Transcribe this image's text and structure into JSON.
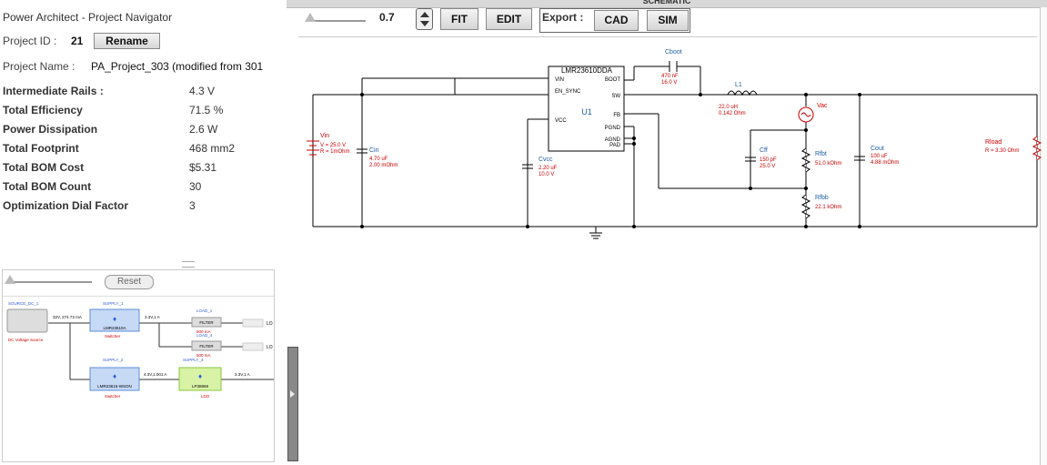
{
  "window": {
    "header_text": "SCHEMATIC"
  },
  "navigator": {
    "title": "Power Architect - Project Navigator",
    "project_id_label": "Project ID :",
    "project_id": "21",
    "rename_label": "Rename",
    "project_name_label": "Project Name :",
    "project_name": "PA_Project_303 (modified from 301",
    "metrics": [
      {
        "label": "Intermediate Rails :",
        "value": "4.3 V"
      },
      {
        "label": "Total Efficiency",
        "value": "71.5 %"
      },
      {
        "label": "Power Dissipation",
        "value": "2.6 W"
      },
      {
        "label": "Total Footprint",
        "value": "468 mm2"
      },
      {
        "label": "Total BOM Cost",
        "value": "$5.31"
      },
      {
        "label": "Total BOM Count",
        "value": "30"
      },
      {
        "label": "Optimization Dial Factor",
        "value": "3"
      }
    ]
  },
  "toolbar": {
    "zoom": "0.7",
    "fit_label": "FIT",
    "edit_label": "EDIT",
    "export_label": "Export :",
    "cad_label": "CAD",
    "sim_label": "SIM"
  },
  "schematic": {
    "ic_name": "LMR23610DDA",
    "ic_ref": "U1",
    "pins": {
      "vin": "VIN",
      "en": "EN_SYNC",
      "vcc": "VCC",
      "boot": "BOOT",
      "sw": "SW",
      "fb": "FB",
      "pgnd": "PGND",
      "agnd": "AGND",
      "pad": "PAD"
    },
    "cboot": {
      "name": "Cboot",
      "v1": "470 nF",
      "v2": "16.0 V"
    },
    "l1": {
      "name": "L1",
      "v1": "22.0 uH",
      "v2": "0.142 Ohm"
    },
    "vin": {
      "name": "Vin",
      "v1": "V = 25.0 V",
      "v2": "R = 1mOhm"
    },
    "cin": {
      "name": "Cin",
      "v1": "4.70 uF",
      "v2": "2.00 mOhm"
    },
    "cvcc": {
      "name": "Cvcc",
      "v1": "2.20 uF",
      "v2": "10.0 V"
    },
    "cff": {
      "name": "Cff",
      "v1": "150 pF",
      "v2": "25.0 V"
    },
    "rfbt": {
      "name": "Rfbt",
      "v1": "51.0 kOhm"
    },
    "rfbb": {
      "name": "Rfbb",
      "v1": "22.1 kOhm"
    },
    "cout": {
      "name": "Cout",
      "v1": "100 uF",
      "v2": "4.88 mOhm"
    },
    "vac": {
      "name": "Vac"
    },
    "rload": {
      "name": "Rload",
      "v1": "R = 3.30 Ohm"
    }
  },
  "block_diagram": {
    "reset_label": "Reset",
    "source": {
      "title": "SOURCE_DC_1",
      "sub": "DC Voltage Source",
      "out": "32V, 274.73 mA"
    },
    "supply1": {
      "title": "SUPPLY_1",
      "part": "LMR23610A",
      "type": "Switcher",
      "out": "3.3V,1 A"
    },
    "supply2": {
      "title": "SUPPLY_2",
      "part": "LMR23615-WSON",
      "type": "Switcher",
      "out": "4.3V,1.001 A"
    },
    "supply3": {
      "title": "SUPPLY_3",
      "part": "LP38869",
      "type": "LDO",
      "out": "3.3V,1 A"
    },
    "load1": {
      "title": "LOAD_1",
      "filter": "FILTER",
      "current": "500 mA"
    },
    "load4": {
      "title": "LOAD_4",
      "filter": "FILTER",
      "current": "500 mA"
    },
    "load_cut": "LO"
  },
  "colors": {
    "wire": "#000000",
    "value_red": "#cc0000",
    "name_blue": "#1f5fa8",
    "supply_blue": "#c6d9f5",
    "ldo_green": "#d8f3a6"
  }
}
